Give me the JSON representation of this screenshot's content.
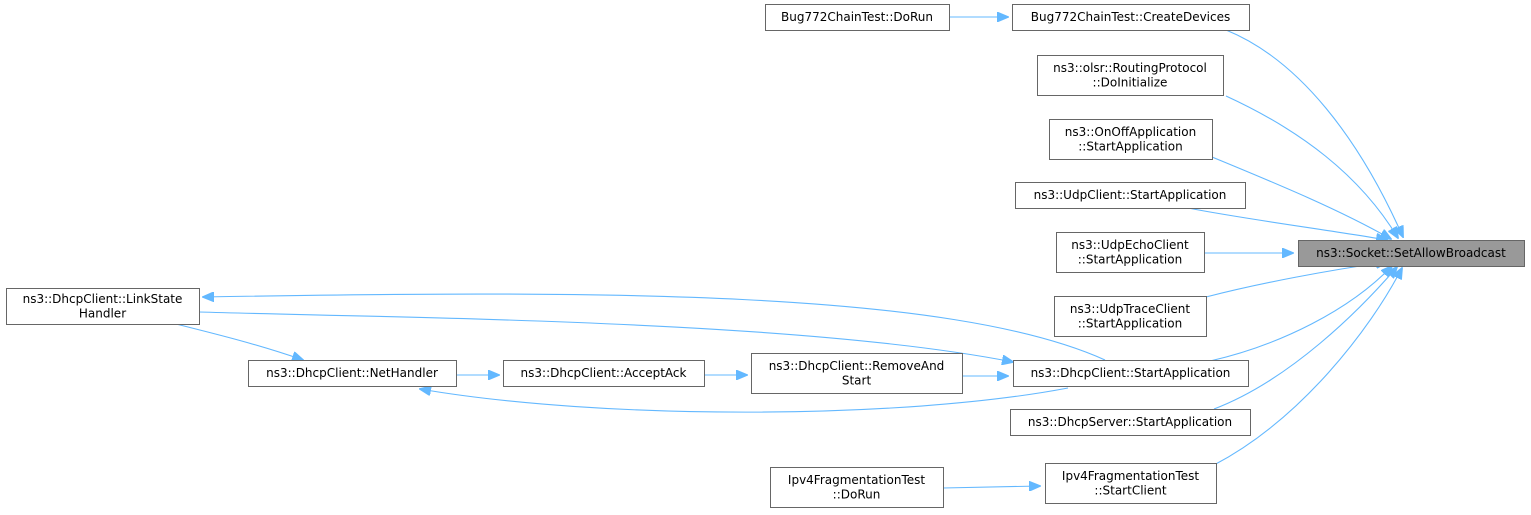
{
  "diagram": {
    "colors": {
      "edge": "#63b8ff",
      "node_border": "#666666",
      "highlight_fill": "#999999"
    },
    "nodes": [
      {
        "id": "set_allow_broadcast",
        "lines": [
          "ns3::Socket::SetAllowBroadcast"
        ],
        "highlight": true
      },
      {
        "id": "bug772_create",
        "lines": [
          "Bug772ChainTest::CreateDevices"
        ]
      },
      {
        "id": "bug772_dorun",
        "lines": [
          "Bug772ChainTest::DoRun"
        ]
      },
      {
        "id": "olsr_doinit",
        "lines": [
          "ns3::olsr::RoutingProtocol",
          "::DoInitialize"
        ]
      },
      {
        "id": "onoff_start",
        "lines": [
          "ns3::OnOffApplication",
          "::StartApplication"
        ]
      },
      {
        "id": "udpclient_start",
        "lines": [
          "ns3::UdpClient::StartApplication"
        ]
      },
      {
        "id": "udpecho_start",
        "lines": [
          "ns3::UdpEchoClient",
          "::StartApplication"
        ]
      },
      {
        "id": "udptrace_start",
        "lines": [
          "ns3::UdpTraceClient",
          "::StartApplication"
        ]
      },
      {
        "id": "dhcpclient_start",
        "lines": [
          "ns3::DhcpClient::StartApplication"
        ]
      },
      {
        "id": "dhcpserver_start",
        "lines": [
          "ns3::DhcpServer::StartApplication"
        ]
      },
      {
        "id": "ipv4frag_startclient",
        "lines": [
          "Ipv4FragmentationTest",
          "::StartClient"
        ]
      },
      {
        "id": "ipv4frag_dorun",
        "lines": [
          "Ipv4FragmentationTest",
          "::DoRun"
        ]
      },
      {
        "id": "dhcp_removeandstart",
        "lines": [
          "ns3::DhcpClient::RemoveAnd",
          "Start"
        ]
      },
      {
        "id": "dhcp_acceptack",
        "lines": [
          "ns3::DhcpClient::AcceptAck"
        ]
      },
      {
        "id": "dhcp_nethandler",
        "lines": [
          "ns3::DhcpClient::NetHandler"
        ]
      },
      {
        "id": "dhcp_linkstate",
        "lines": [
          "ns3::DhcpClient::LinkState",
          "Handler"
        ]
      }
    ],
    "edges": [
      {
        "from": "bug772_dorun",
        "to": "bug772_create"
      },
      {
        "from": "bug772_create",
        "to": "set_allow_broadcast"
      },
      {
        "from": "olsr_doinit",
        "to": "set_allow_broadcast"
      },
      {
        "from": "onoff_start",
        "to": "set_allow_broadcast"
      },
      {
        "from": "udpclient_start",
        "to": "set_allow_broadcast"
      },
      {
        "from": "udpecho_start",
        "to": "set_allow_broadcast"
      },
      {
        "from": "udptrace_start",
        "to": "set_allow_broadcast"
      },
      {
        "from": "dhcpclient_start",
        "to": "set_allow_broadcast"
      },
      {
        "from": "dhcpserver_start",
        "to": "set_allow_broadcast"
      },
      {
        "from": "ipv4frag_startclient",
        "to": "set_allow_broadcast"
      },
      {
        "from": "ipv4frag_dorun",
        "to": "ipv4frag_startclient"
      },
      {
        "from": "dhcp_removeandstart",
        "to": "dhcpclient_start"
      },
      {
        "from": "dhcp_acceptack",
        "to": "dhcp_removeandstart"
      },
      {
        "from": "dhcp_nethandler",
        "to": "dhcp_acceptack"
      },
      {
        "from": "dhcpclient_start",
        "to": "dhcp_nethandler"
      },
      {
        "from": "dhcp_linkstate",
        "to": "dhcp_nethandler"
      },
      {
        "from": "dhcp_linkstate",
        "to": "dhcpclient_start"
      },
      {
        "from": "dhcpclient_start",
        "to": "dhcp_linkstate"
      }
    ]
  }
}
